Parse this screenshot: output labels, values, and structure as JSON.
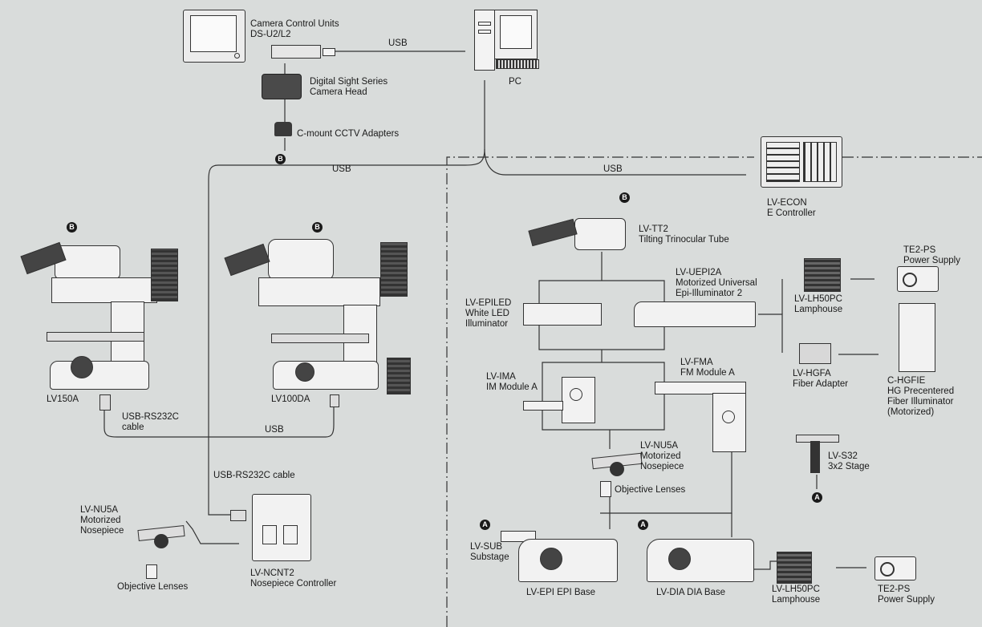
{
  "colors": {
    "background": "#d9dcdb",
    "line": "#333333",
    "device": "#f2f2f2",
    "device_dark": "#3a3a3a"
  },
  "badges": {
    "a": "A",
    "b": "B"
  },
  "camera": {
    "ccu_l1": "Camera Control Units",
    "ccu_l2": "DS-U2/L2",
    "head_l1": "Digital Sight Series",
    "head_l2": "Camera Head",
    "cmount": "C-mount CCTV Adapters"
  },
  "pc": {
    "label": "PC"
  },
  "usb": {
    "u1": "USB",
    "u2": "USB",
    "u3": "USB",
    "u4": "USB"
  },
  "econ": {
    "l1": "LV-ECON",
    "l2": "E Controller"
  },
  "left": {
    "lv150a": "LV150A",
    "lv100da": "LV100DA",
    "rs_l1": "USB-RS232C",
    "rs_l2": "cable",
    "rs_cable": "USB-RS232C cable",
    "nu_l1": "LV-NU5A",
    "nu_l2": "Motorized",
    "nu_l3": "Nosepiece",
    "obj": "Objective Lenses",
    "ncnt_l1": "LV-NCNT2",
    "ncnt_l2": "Nosepiece Controller"
  },
  "right": {
    "tt2_l1": "LV-TT2",
    "tt2_l2": "Tilting Trinocular Tube",
    "epiled_l1": "LV-EPILED",
    "epiled_l2": "White LED",
    "epiled_l3": "Illuminator",
    "uepi_l1": "LV-UEPI2A",
    "uepi_l2": "Motorized Universal",
    "uepi_l3": "Epi-Illuminator 2",
    "te2_l1": "TE2-PS",
    "te2_l2": "Power Supply",
    "lh_l1": "LV-LH50PC",
    "lh_l2": "Lamphouse",
    "hgfa_l1": "LV-HGFA",
    "hgfa_l2": "Fiber Adapter",
    "hgfie_l1": "C-HGFIE",
    "hgfie_l2": "HG Precentered",
    "hgfie_l3": "Fiber Illuminator",
    "hgfie_l4": "(Motorized)",
    "ima_l1": "LV-IMA",
    "ima_l2": "IM Module A",
    "fma_l1": "LV-FMA",
    "fma_l2": "FM Module A",
    "nu_l1": "LV-NU5A",
    "nu_l2": "Motorized",
    "nu_l3": "Nosepiece",
    "obj": "Objective Lenses",
    "s32_l1": "LV-S32",
    "s32_l2": "3x2 Stage",
    "sub_l1": "LV-SUB",
    "sub_l2": "Substage",
    "epibase": "LV-EPI EPI Base",
    "diabase": "LV-DIA DIA Base",
    "lh2_l1": "LV-LH50PC",
    "lh2_l2": "Lamphouse",
    "te2b_l1": "TE2-PS",
    "te2b_l2": "Power Supply"
  }
}
